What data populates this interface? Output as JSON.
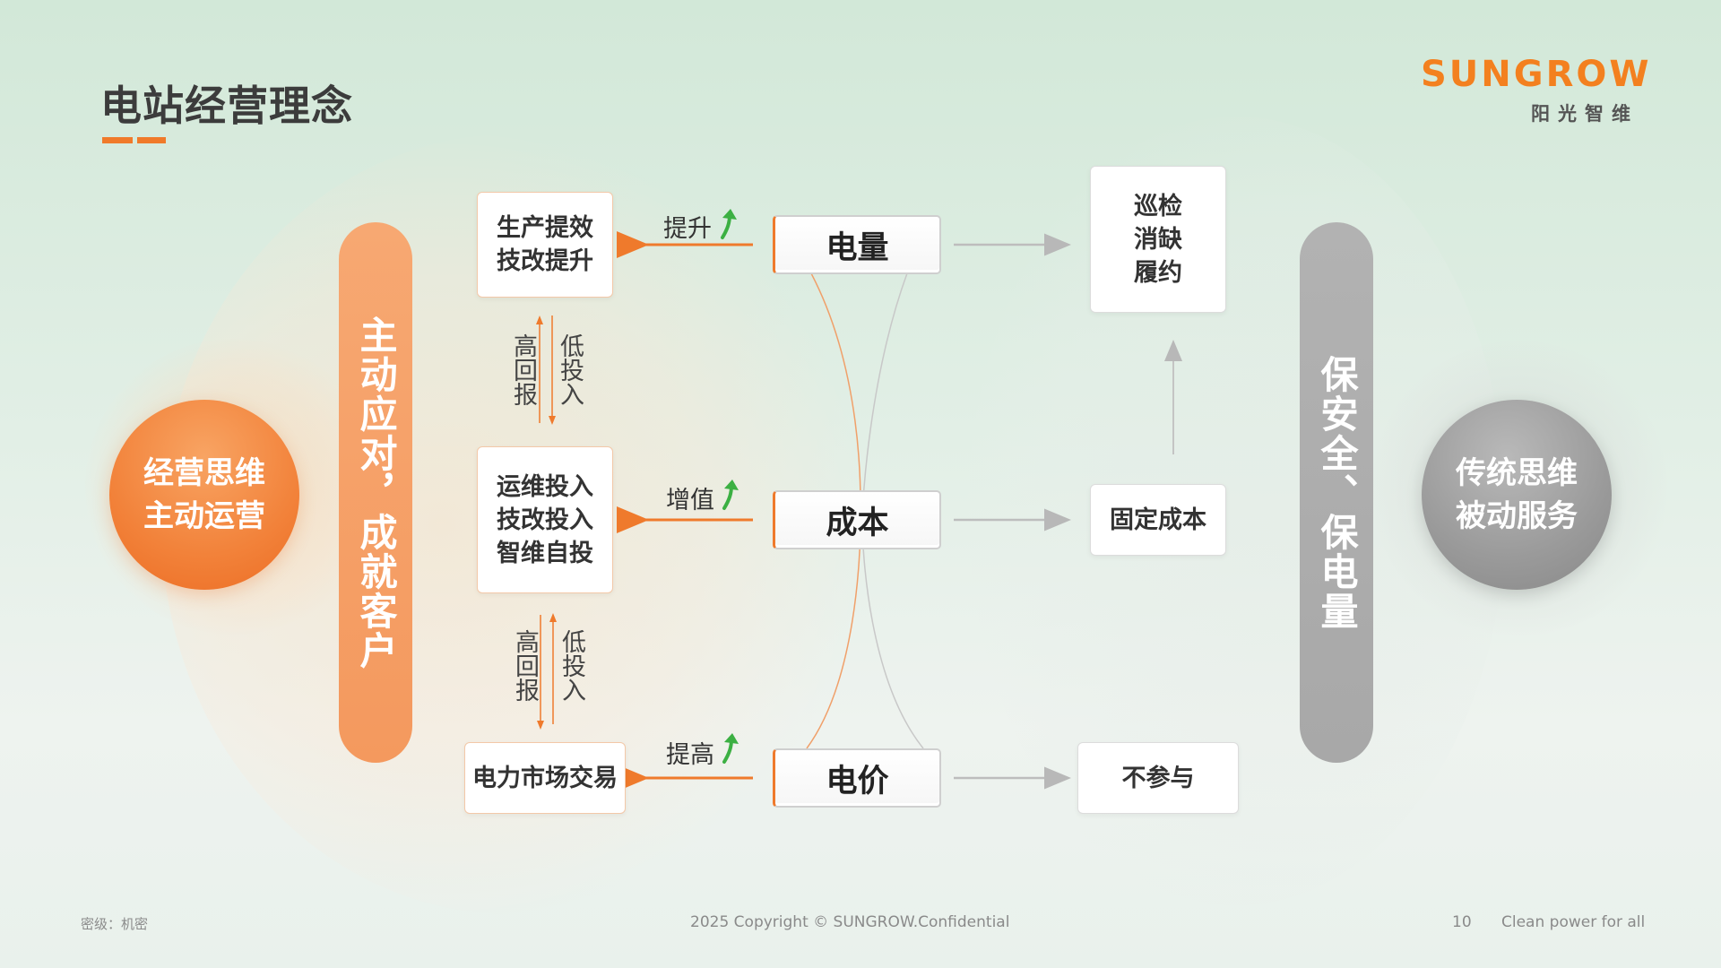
{
  "header": {
    "title": "电站经营理念",
    "logo_word": "SUNGROW",
    "logo_sub": "阳光智维"
  },
  "left": {
    "circle_lines": [
      "经营思维",
      "主动运营"
    ],
    "pill_text": "主动应对，成就客户",
    "boxes": {
      "top": [
        "生产提效",
        "技改提升"
      ],
      "middle": [
        "运维投入",
        "技改投入",
        "智维自投"
      ],
      "bottom": [
        "电力市场交易"
      ]
    },
    "between": {
      "high": "高回报",
      "low": "低投入"
    },
    "arrow_labels": {
      "top": "提升",
      "middle": "增值",
      "bottom": "提高"
    }
  },
  "center": {
    "keys": [
      "电量",
      "成本",
      "电价"
    ]
  },
  "right": {
    "boxes": {
      "top": [
        "巡检",
        "消缺",
        "履约"
      ],
      "middle": [
        "固定成本"
      ],
      "bottom": [
        "不参与"
      ]
    },
    "pill_text": "保安全、保电量",
    "circle_lines": [
      "传统思维",
      "被动服务"
    ]
  },
  "footer": {
    "classification": "密级：机密",
    "copyright": "2025 Copyright © SUNGROW.Confidential",
    "page_number": "10",
    "slogan": "Clean power for all"
  },
  "colors": {
    "accent_orange": "#ef7a2c",
    "pill_orange": "#f59c62",
    "pill_gray": "#ababab",
    "arrow_green": "#3cb043"
  }
}
